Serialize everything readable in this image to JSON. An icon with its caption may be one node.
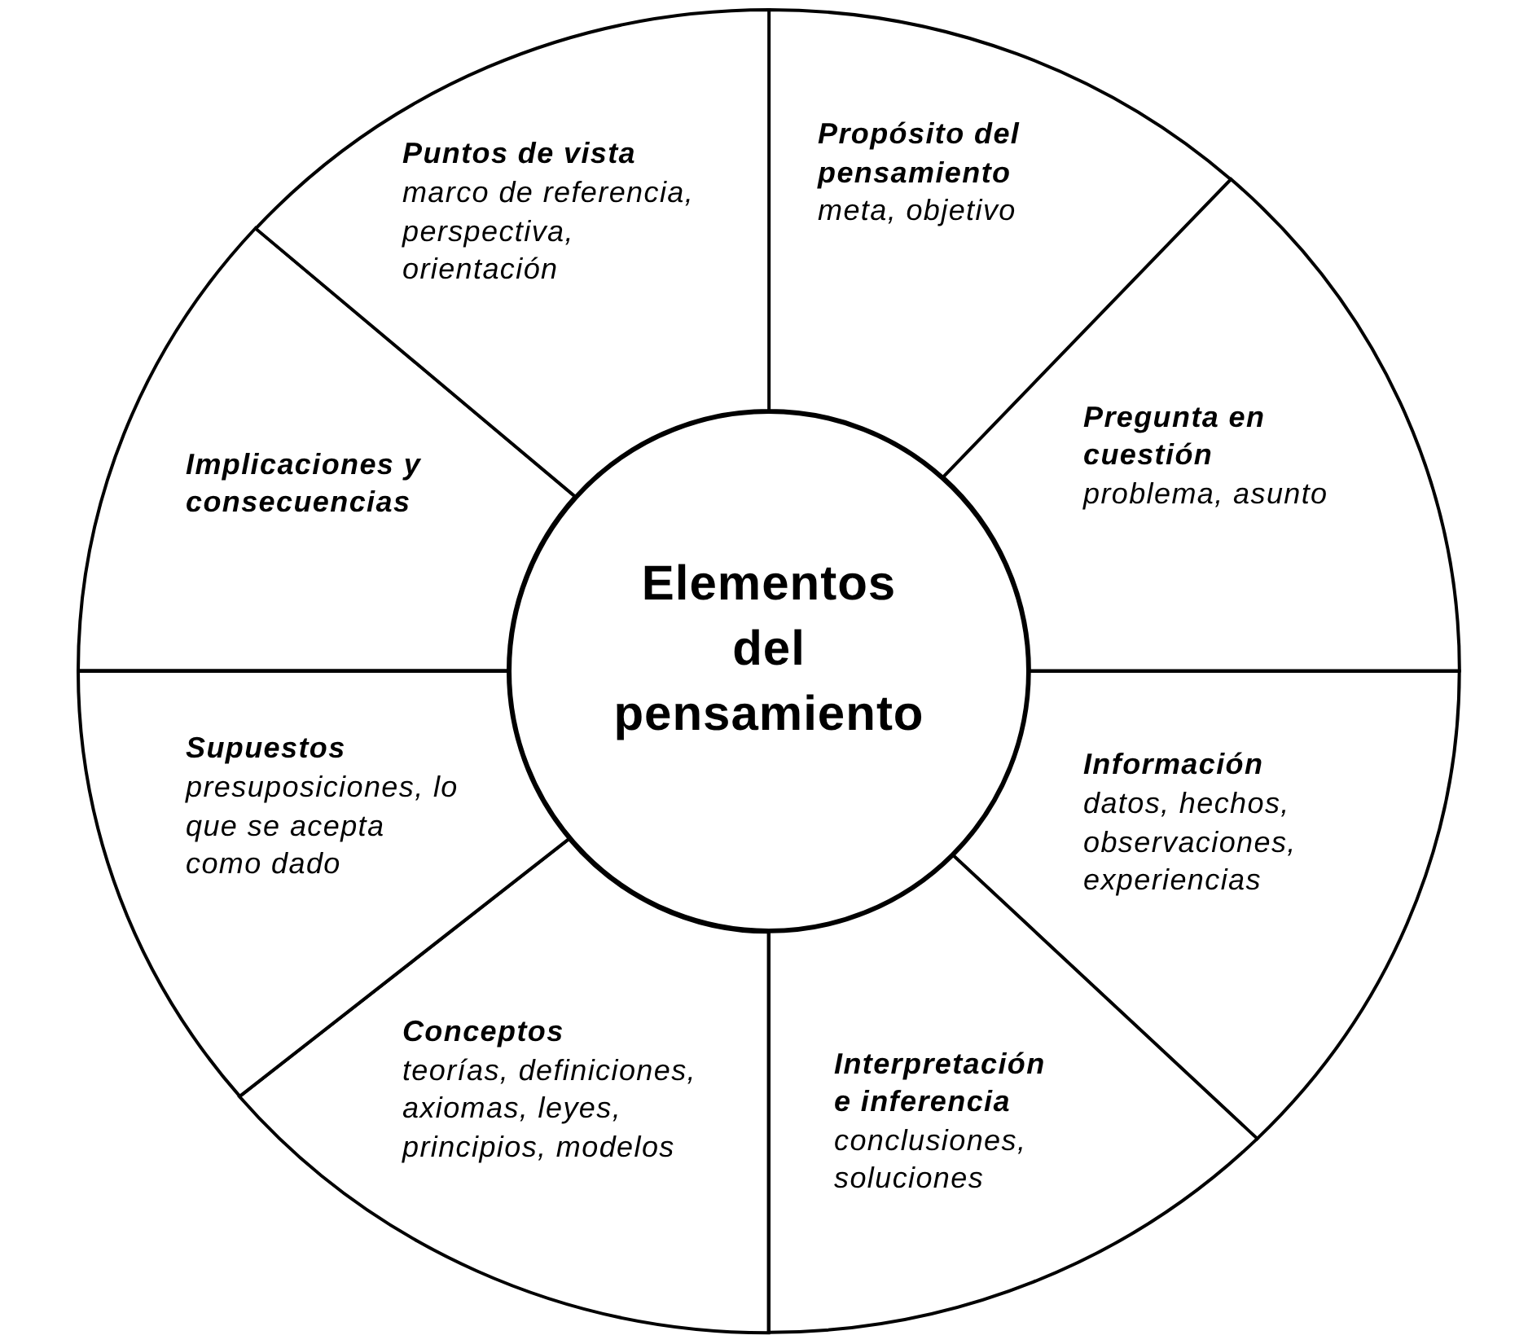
{
  "diagram": {
    "nodes": [
      {
        "text": [
          "Elementos del pensamiento"
        ]
      },
      {
        "text": [
          "Propósito del pensamiento",
          "meta, objetivo"
        ]
      },
      {
        "text": [
          "Pregunta en cuestión",
          "problema, asunto"
        ]
      },
      {
        "text": [
          "Información",
          "datos, hechos, observaciones, experiencias"
        ]
      },
      {
        "text": [
          "Interpretación e inferencia",
          "conclusiones, soluciones"
        ]
      },
      {
        "text": [
          "Conceptos",
          "teorías, definiciones, axiomas, leyes, principios, modelos"
        ]
      },
      {
        "text": [
          "Supuestos",
          "presuposiciones, lo que se acepta como dado"
        ]
      },
      {
        "text": [
          "Implicaciones y consecuencias"
        ]
      },
      {
        "text": [
          "Puntos de vista",
          "marco de referencia, perspectiva, orientación"
        ]
      }
    ]
  }
}
